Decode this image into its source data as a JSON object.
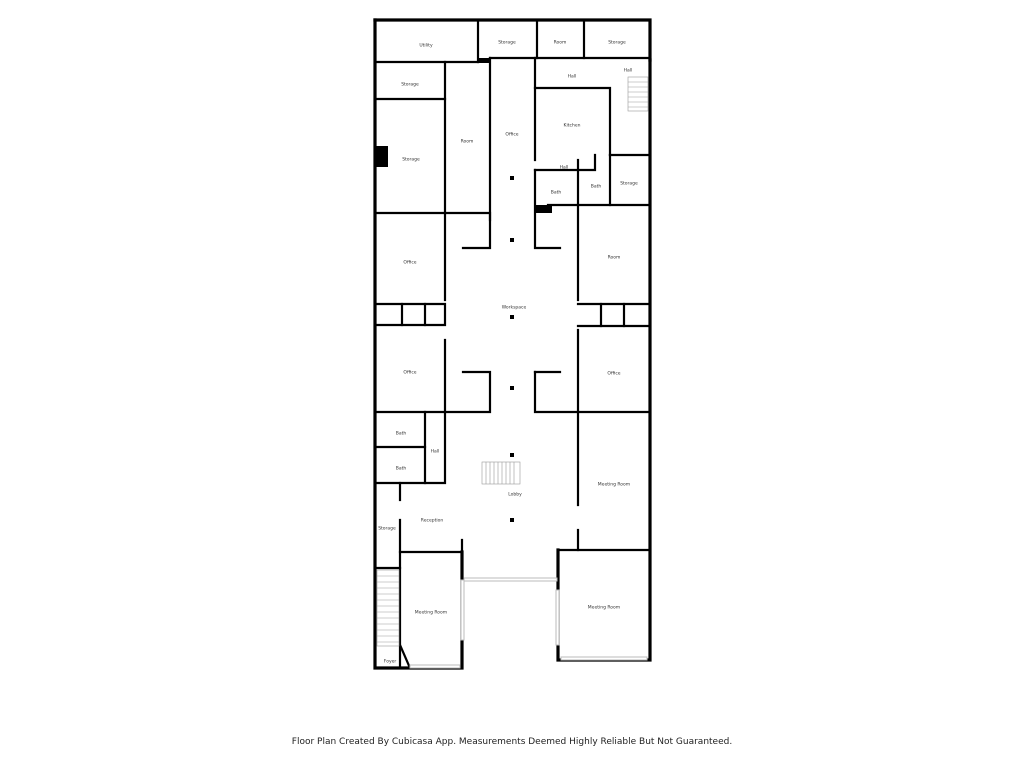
{
  "rooms": {
    "utility": "Utility",
    "storage_top1": "Storage",
    "room_top": "Room",
    "storage_top2": "Storage",
    "hall_top": "Hall",
    "hall_stairs": "Hall",
    "storage_left_small": "Storage",
    "storage_left_big": "Storage",
    "room_left": "Room",
    "office_corridor": "Office",
    "kitchen": "Kitchen",
    "hall_mid": "Hall",
    "bath1": "Bath",
    "bath2": "Bath",
    "storage_right": "Storage",
    "office_left1": "Office",
    "room_right": "Room",
    "workspace": "Workspace",
    "office_left2": "Office",
    "office_right": "Office",
    "bath3": "Bath",
    "bath4": "Bath",
    "hall_bath": "Hall",
    "lobby": "Lobby",
    "meeting_room_right1": "Meeting Room",
    "storage_bottom": "Storage",
    "reception": "Reception",
    "meeting_room_left": "Meeting Room",
    "meeting_room_right2": "Meeting Room",
    "foyer": "Foyer"
  },
  "footer": {
    "disclaimer": "Floor Plan Created By Cubicasa App. Measurements Deemed Highly Reliable But Not Guaranteed."
  }
}
